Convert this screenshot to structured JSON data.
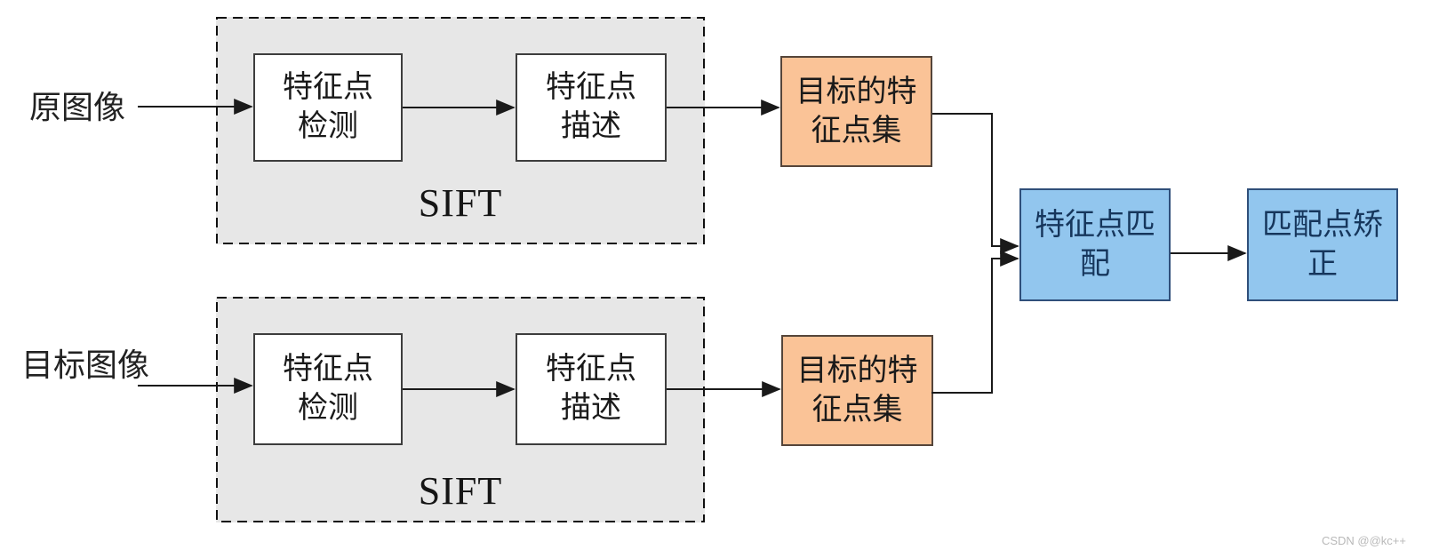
{
  "diagram": {
    "rows": [
      {
        "input_label": "原图像",
        "sift_label": "SIFT",
        "detect_label": "特征点\n检测",
        "describe_label": "特征点\n描述",
        "feature_set_label": "目标的特\n征点集"
      },
      {
        "input_label": "目标图像",
        "sift_label": "SIFT",
        "detect_label": "特征点\n检测",
        "describe_label": "特征点\n描述",
        "feature_set_label": "目标的特\n征点集"
      }
    ],
    "match_label": "特征点匹\n配",
    "rectify_label": "匹配点矫\n正"
  },
  "watermark": "CSDN @@kc++",
  "colors": {
    "sift-group-fill": "#e7e7e7",
    "box-border": "#3d3d3d",
    "process-fill": "#ffffff",
    "feature-fill": "#fac397",
    "feature-border": "#55453a",
    "match-fill": "#92c6ee",
    "match-border": "#2f4f7a",
    "match-text": "#16365c",
    "text": "#1a1a1a",
    "line": "#1a1a1a",
    "watermark": "#b9b9b9"
  }
}
